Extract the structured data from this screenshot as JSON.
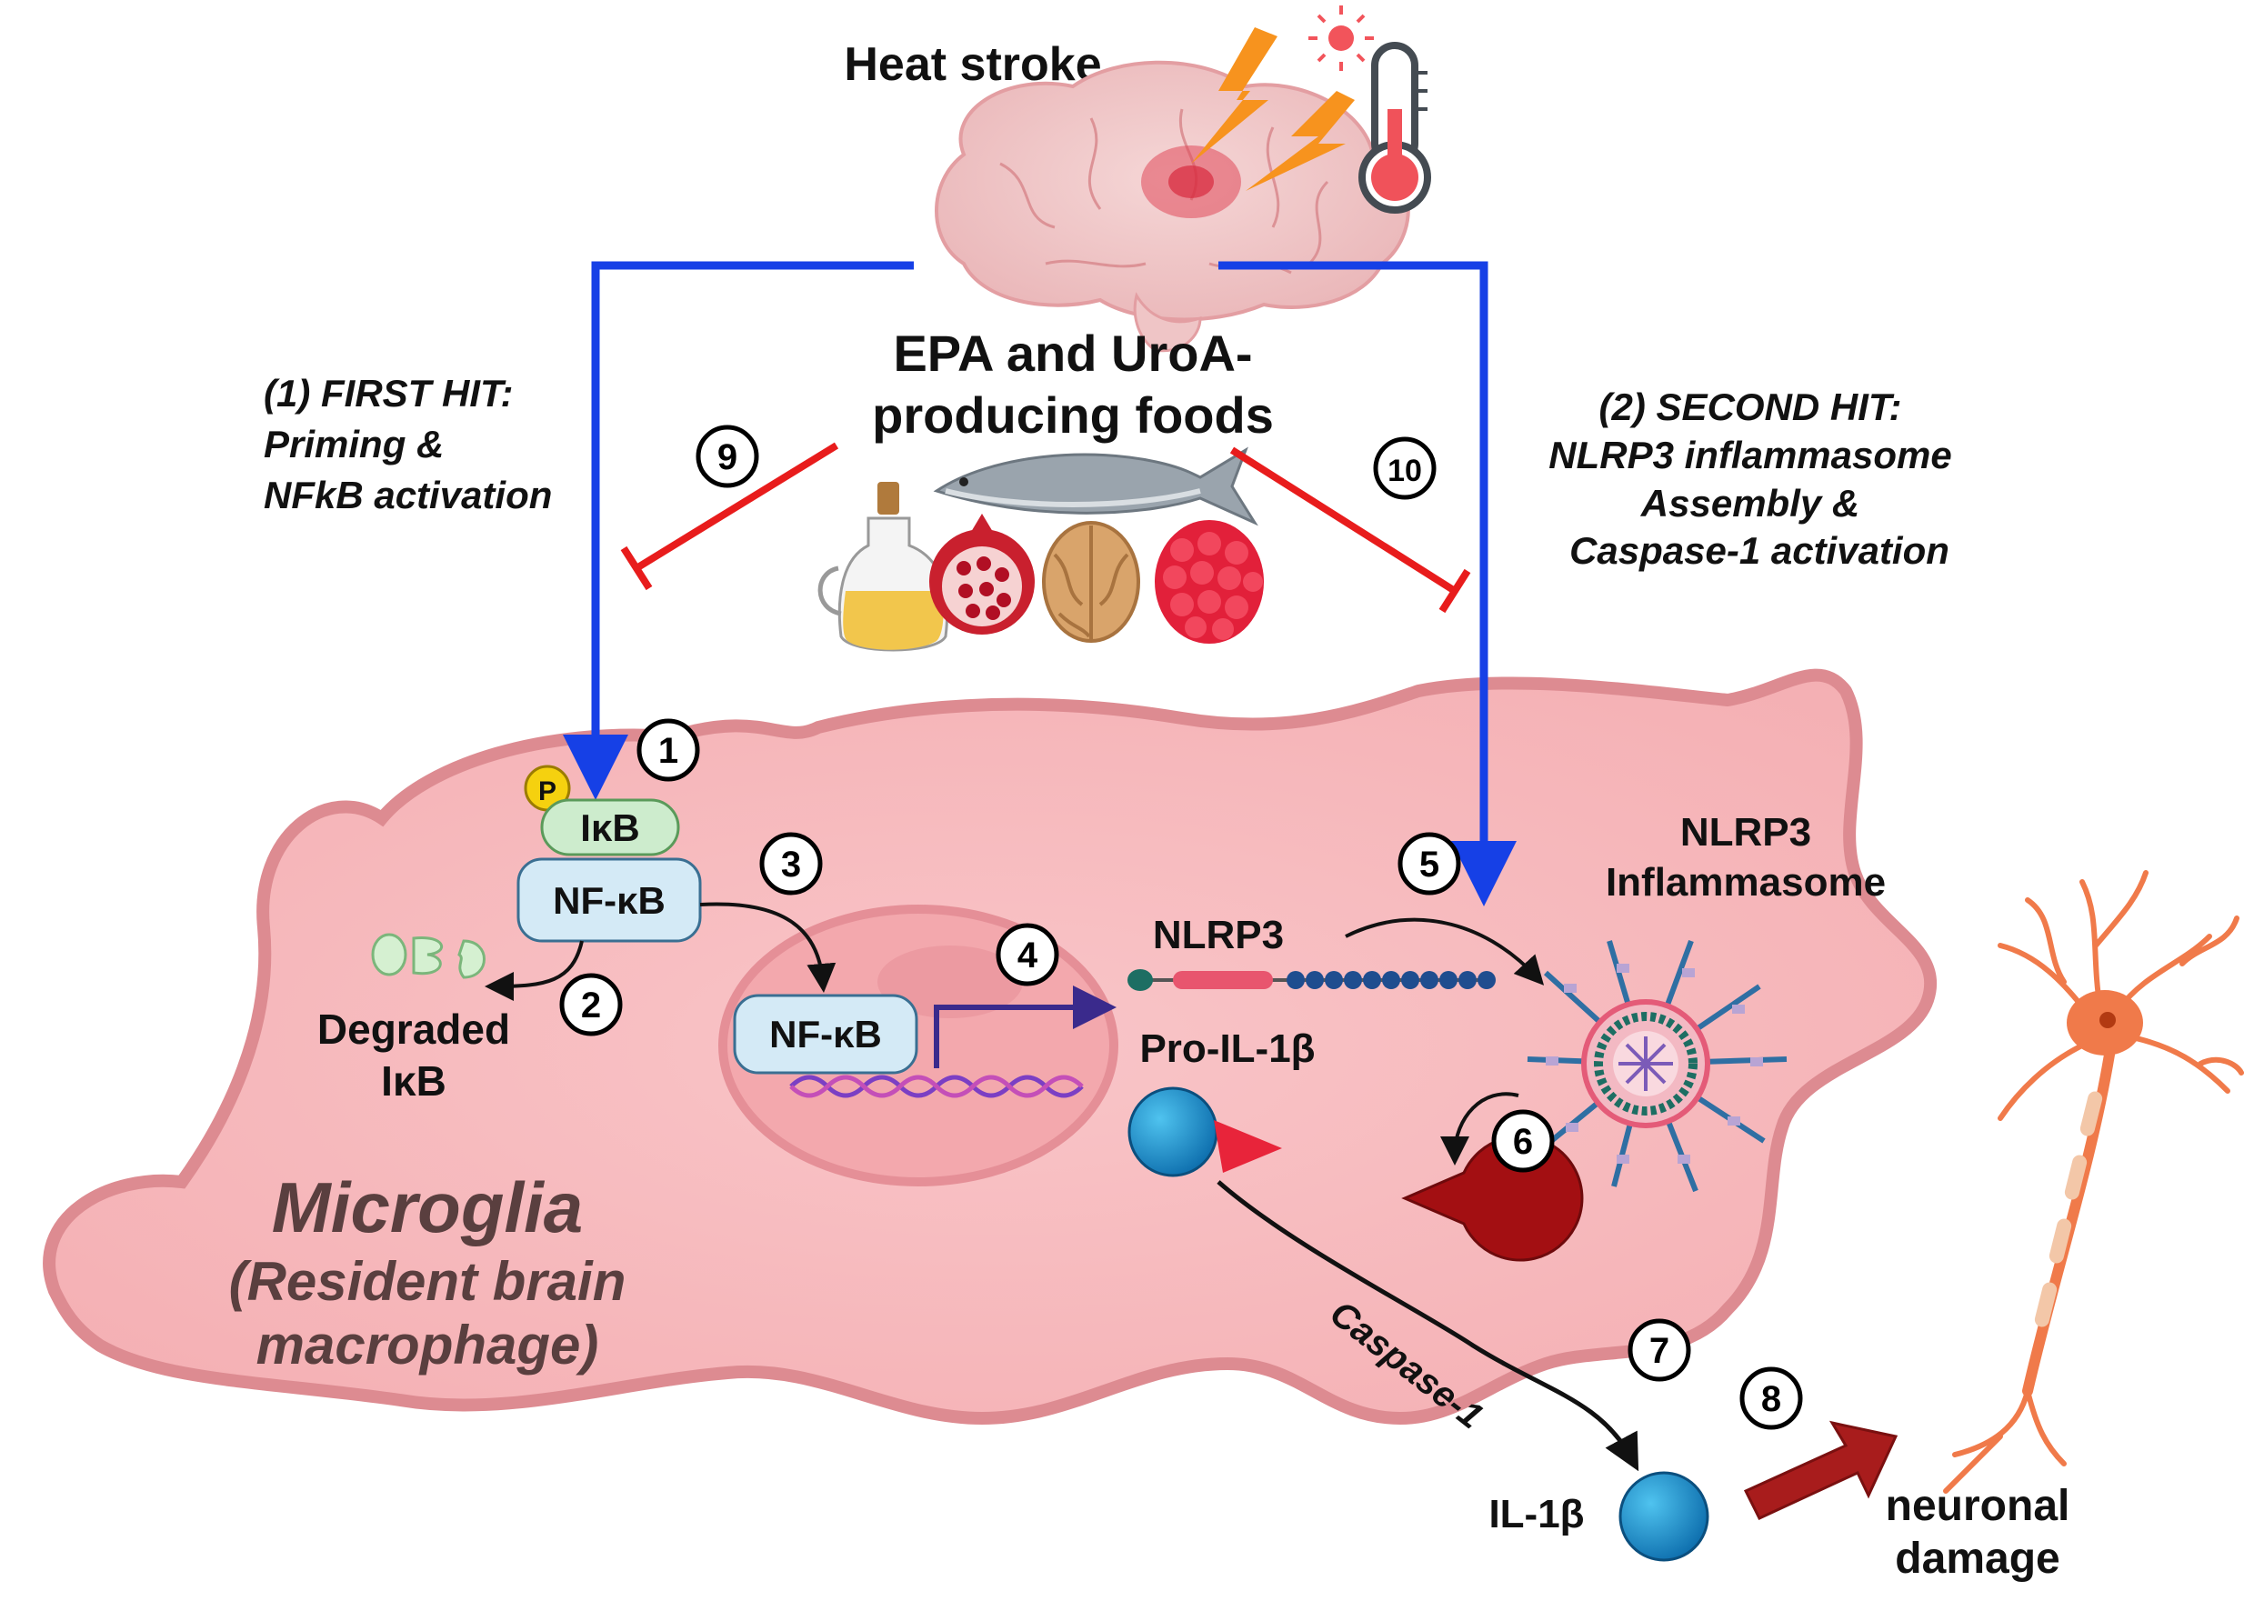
{
  "header": {
    "title": "Heat stroke"
  },
  "food": {
    "line1": "EPA and UroA-",
    "line2": "producing foods"
  },
  "first_hit": {
    "line1": "(1) FIRST HIT:",
    "line2": "Priming &",
    "line3": "NFkB activation"
  },
  "second_hit": {
    "line1": "(2) SECOND HIT:",
    "line2": "NLRP3 inflammasome",
    "line3": "Assembly &",
    "line4": "Caspase-1 activation"
  },
  "cell": {
    "name": "Microglia",
    "desc1": "(Resident brain",
    "desc2": "macrophage)"
  },
  "labels": {
    "phospho": "P",
    "ikb": "IκB",
    "nfkb_cyto": "NF-κB",
    "nfkb_nuc": "NF-κB",
    "degraded1": "Degraded",
    "degraded2": "IκB",
    "nlrp3": "NLRP3",
    "inflammasome1": "NLRP3",
    "inflammasome2": "Inflammasome",
    "pro_il1b": "Pro-IL-1β",
    "caspase": "Caspase-1",
    "il1b": "IL-1β",
    "damage1": "neuronal",
    "damage2": "damage"
  },
  "steps": [
    "1",
    "2",
    "3",
    "4",
    "5",
    "6",
    "7",
    "8",
    "9",
    "10"
  ],
  "colors": {
    "pathway": "#1640e6",
    "inhibit": "#e81c1c",
    "cell_fill": "#f6b6b9",
    "cell_edge": "#dd8b91",
    "il1b": "#1a8fd1",
    "caspase": "#a30f12",
    "neuron": "#f07a4a"
  }
}
